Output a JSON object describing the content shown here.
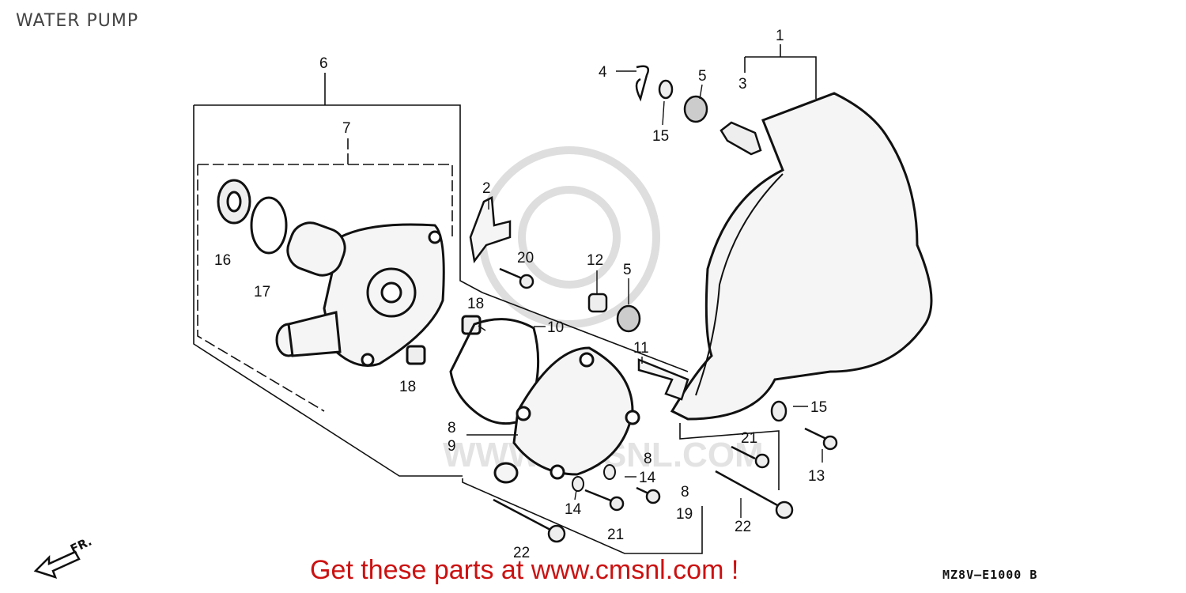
{
  "title": "WATER PUMP",
  "promo_text": "Get these parts at www.cmsnl.com !",
  "diagram_code": "MZ8V–E1000",
  "diagram_revision": "B",
  "front_indicator": "FR.",
  "watermark_text": "WWW.CMSNL.COM",
  "colors": {
    "promo": "#cc1111",
    "ink": "#111111",
    "watermark": "#dddddd"
  },
  "callouts": [
    "1",
    "2",
    "3",
    "4",
    "5",
    "5",
    "6",
    "7",
    "8",
    "8",
    "8",
    "9",
    "10",
    "11",
    "12",
    "13",
    "14",
    "14",
    "15",
    "15",
    "16",
    "17",
    "18",
    "18",
    "19",
    "20",
    "21",
    "21",
    "22",
    "22"
  ]
}
